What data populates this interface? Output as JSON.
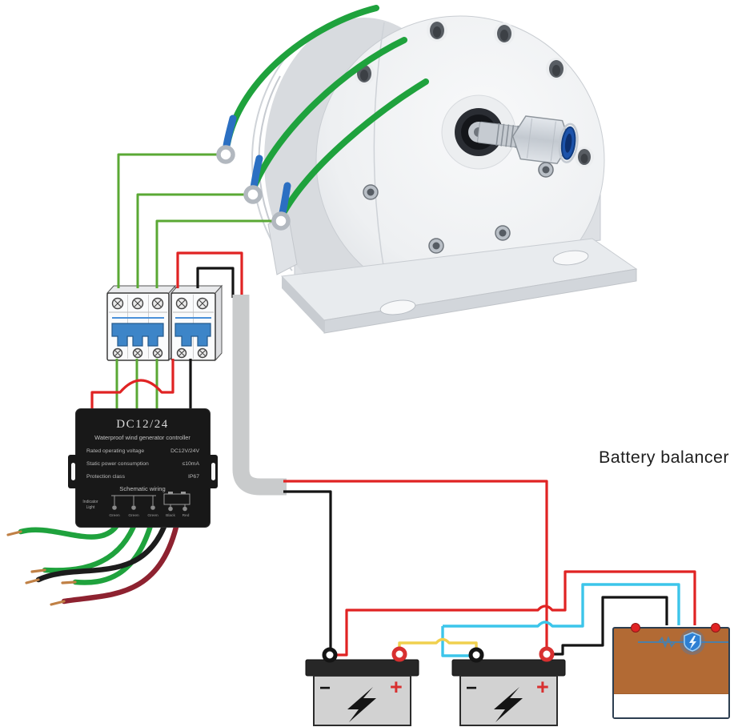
{
  "colors": {
    "wire_green_thick": "#1fa23d",
    "wire_green_thin": "#5aa834",
    "wire_red": "#e02323",
    "wire_black": "#141414",
    "wire_yellow": "#f0d04e",
    "wire_cyan": "#3cc5ea",
    "wire_dark_red": "#8e2230",
    "sleeve_gray": "#c9cbcc",
    "sleeve_blue": "#2b6fc2",
    "breaker_blue": "#3d85c8",
    "controller_bg": "#181818",
    "battery_body": "#d2d2d2",
    "battery_top": "#272727",
    "battery_plus_red": "#d83030",
    "balancer_brown": "#b26a34",
    "balancer_border": "#2c3e50",
    "shield_blue": "#2d7fd3"
  },
  "labels": {
    "battery_balancer": "Battery balancer"
  },
  "controller": {
    "title": "DC12/24",
    "subtitle": "Waterproof wind generator controller",
    "specs": [
      {
        "label": "Rated operating voltage",
        "value": "DC12V/24V"
      },
      {
        "label": "Static power consumption",
        "value": "≤10mA"
      },
      {
        "label": "Protection class",
        "value": "IP67"
      }
    ],
    "schematic_title": "Schematic wiring",
    "indicator_top": "Indicator",
    "indicator_bottom": "Light",
    "wire_labels": [
      "Green",
      "Green",
      "Green",
      "Black",
      "Red"
    ]
  },
  "batteries": [
    {
      "minus": "−",
      "plus": "+"
    },
    {
      "minus": "−",
      "plus": "+"
    }
  ]
}
